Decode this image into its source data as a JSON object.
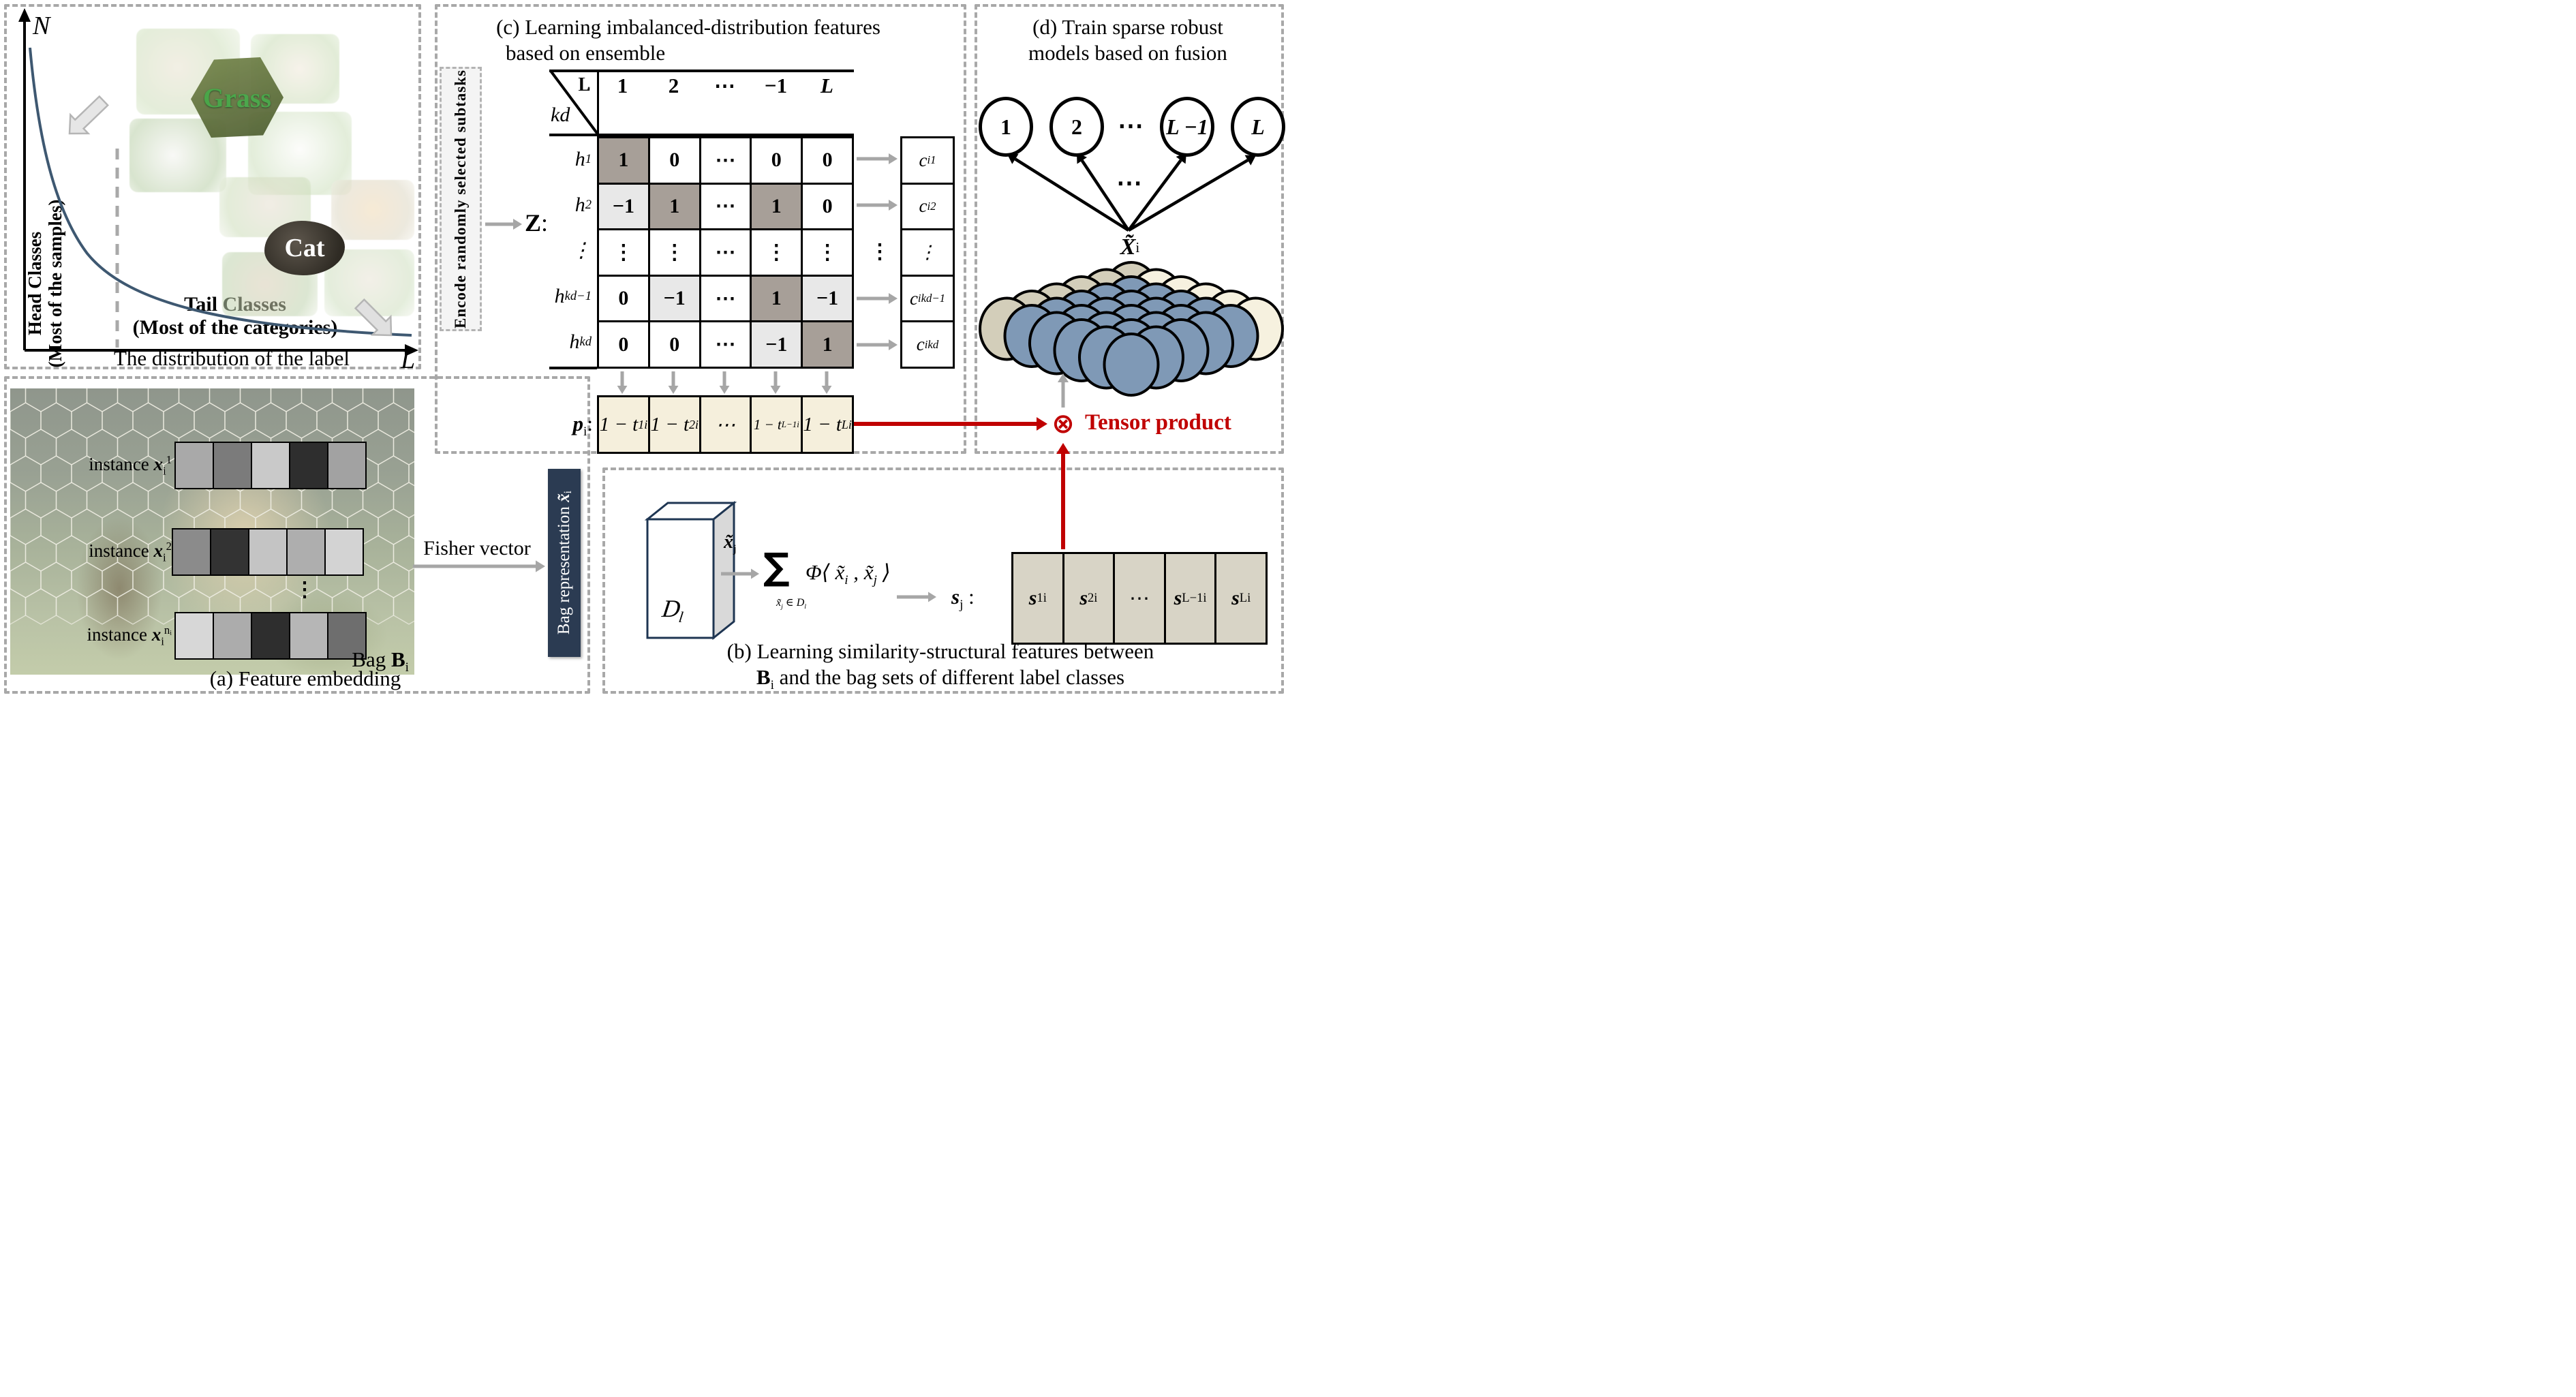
{
  "colors": {
    "accent_red": "#c00000",
    "navy": "#2b3b52",
    "cube_stroke": "#1e3552",
    "curve": "#3e5871",
    "arrow_gray": "#a6a6a6",
    "dash_gray": "#a8a8a8",
    "cell_dark": "#a79f98",
    "cell_light": "#e8e8e8",
    "p_cell": "#f5efdc",
    "s_cell": "#d8d4c6",
    "pile_blue": "#7f99b6",
    "pile_tan": "#d3ceba",
    "pile_cream": "#f6f1df",
    "grass_green": "#3da03d"
  },
  "panel_distribution": {
    "axis_y_label": "N",
    "axis_x_label": "L",
    "head_line1": "Head Classes",
    "head_line2": "(Most of the samples)",
    "tail_line1": "Tail Classes",
    "tail_line2": "(Most of the categories)",
    "caption": "The distribution of the label",
    "grass_label": "Grass",
    "cat_label": "Cat"
  },
  "panel_a": {
    "caption": "(a) Feature embedding",
    "instances": [
      "instance *x*_{i}^{1}",
      "instance *x*_{i}^{2}",
      "instance *x*_{i}^{nᵢ}"
    ],
    "vdots": "⋮",
    "strips": [
      [
        "#a9a9a9",
        "#7b7b7b",
        "#c9c9c9",
        "#2e2e2e",
        "#a2a2a2"
      ],
      [
        "#8b8b8b",
        "#333333",
        "#c4c4c4",
        "#aeaeae",
        "#d3d3d3"
      ],
      [
        "#d7d7d7",
        "#acacac",
        "#2e2e2e",
        "#b6b6b6",
        "#6e6e6e"
      ]
    ],
    "bag_label": "Bag *B*_{i}",
    "fisher_label": "Fisher vector",
    "bar_label": "Bag representation *x̃*_{i}"
  },
  "panel_c": {
    "title_line1": "(c) Learning imbalanced-distribution features",
    "title_line2": "based on ensemble",
    "sidebar_label": "Encode randomly selected subtasks",
    "z_label": "*Z*:",
    "corner_top": "L",
    "corner_bottom": "kd",
    "col_headers": [
      "1",
      "2",
      "⋯",
      "−1",
      "L"
    ],
    "rows": [
      {
        "label": "h_{1}",
        "cells": [
          {
            "t": "1",
            "s": "dark"
          },
          {
            "t": "0",
            "s": ""
          },
          {
            "t": "⋯",
            "s": ""
          },
          {
            "t": "0",
            "s": ""
          },
          {
            "t": "0",
            "s": ""
          }
        ],
        "out": "c_{i}^{1}"
      },
      {
        "label": "h_{2}",
        "cells": [
          {
            "t": "−1",
            "s": "light"
          },
          {
            "t": "1",
            "s": "dark"
          },
          {
            "t": "⋯",
            "s": ""
          },
          {
            "t": "1",
            "s": "dark"
          },
          {
            "t": "0",
            "s": ""
          }
        ],
        "out": "c_{i}^{2}"
      },
      {
        "label": "⋮",
        "cells": [
          {
            "t": "⋮",
            "s": ""
          },
          {
            "t": "⋮",
            "s": ""
          },
          {
            "t": "⋯",
            "s": ""
          },
          {
            "t": "⋮",
            "s": ""
          },
          {
            "t": "⋮",
            "s": ""
          }
        ],
        "out": "⋮"
      },
      {
        "label": "h_{kd−1}",
        "cells": [
          {
            "t": "0",
            "s": ""
          },
          {
            "t": "−1",
            "s": "light"
          },
          {
            "t": "⋯",
            "s": ""
          },
          {
            "t": "1",
            "s": "dark"
          },
          {
            "t": "−1",
            "s": "light"
          }
        ],
        "out": "c_{i}^{kd−1}"
      },
      {
        "label": "h_{kd}",
        "cells": [
          {
            "t": "0",
            "s": ""
          },
          {
            "t": "0",
            "s": ""
          },
          {
            "t": "⋯",
            "s": ""
          },
          {
            "t": "−1",
            "s": "light"
          },
          {
            "t": "1",
            "s": "dark"
          }
        ],
        "out": "c_{i}^{kd}"
      }
    ],
    "side_vdots": "⋮",
    "p_label": "*p*_{i}:",
    "p_cells": [
      "1 − t_{1}^{i}",
      "1 − t_{2}^{i}",
      "⋯",
      "1 − t_{L−1}^{i}",
      "1 − t_{L}^{i}"
    ]
  },
  "panel_d": {
    "title_line1": "(d) Train sparse robust",
    "title_line2": "models based on fusion",
    "circle_labels": [
      "1",
      "2",
      "L −1",
      "L"
    ],
    "circle_dots": "⋯",
    "arrow_dots": "⋯",
    "x_label": "*X̃*_{i}"
  },
  "panel_b": {
    "caption_line1": "(b) Learning similarity-structural features between",
    "caption_line2": "*B*_{i} and the bag sets of different label classes",
    "cube_label": "D_{l}",
    "arrow_label": "*x̃*_{j}",
    "sum_symbol": "∑",
    "sum_sub": "x̃_{j} ∈ D_{l}",
    "phi_formula": "Φ⟨ x̃_{i} , x̃_{j} ⟩",
    "s_label": "*s*_{j} :",
    "s_cells": [
      "*s*_{1}^{i}",
      "*s*_{2}^{i}",
      "⋯",
      "*s*_{L−1}^{i}",
      "*s*_{L}^{i}"
    ]
  },
  "tensor": {
    "symbol": "⊗",
    "label": "Tensor product"
  }
}
